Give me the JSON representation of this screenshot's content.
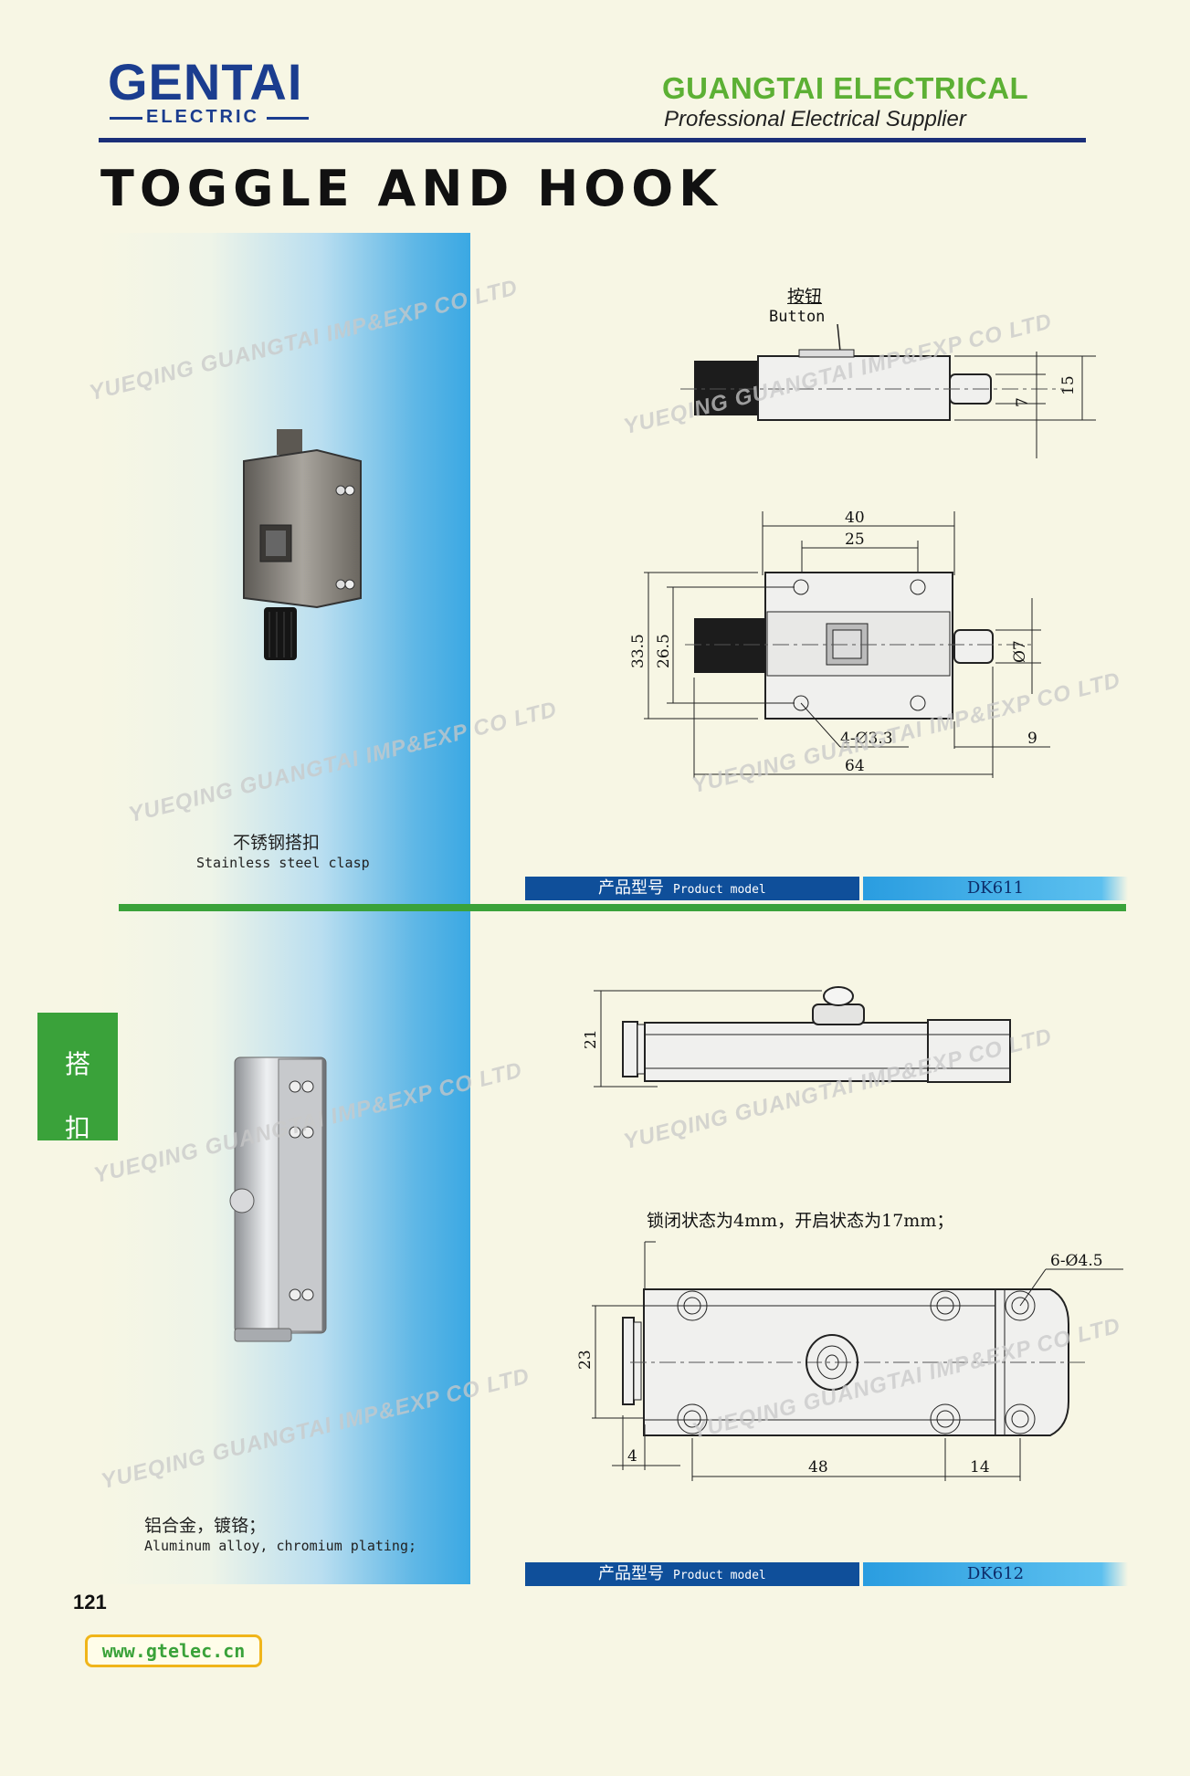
{
  "header": {
    "logo_main": "GENTAI",
    "logo_sub": "ELECTRIC",
    "brand_title": "GUANGTAI ELECTRICAL",
    "brand_subtitle": "Professional Electrical Supplier",
    "colors": {
      "navy": "#1b3d8f",
      "green": "#5cb034"
    }
  },
  "page_title": "TOGGLE AND HOOK",
  "side_tab": {
    "chars": [
      "搭",
      "扣"
    ],
    "color": "#3aa23a"
  },
  "watermark": "YUEQING GUANGTAI IMP&EXP CO LTD",
  "products": [
    {
      "caption_cn": "不锈钢搭扣",
      "caption_en": "Stainless steel clasp",
      "model_label_cn": "产品型号",
      "model_label_en": "Product model",
      "model": "DK611",
      "drawing": {
        "button_cn": "按钮",
        "button_en": "Button",
        "dims": [
          "15",
          "7",
          "40",
          "25",
          "33.5",
          "26.5",
          "Ø7",
          "4-Ø3.3",
          "9",
          "64"
        ]
      }
    },
    {
      "caption_cn": "铝合金，镀铬；",
      "caption_en": "Aluminum alloy, chromium plating;",
      "model_label_cn": "产品型号",
      "model_label_en": "Product model",
      "model": "DK612",
      "drawing": {
        "note": "锁闭状态为4mm，开启状态为17mm；",
        "dims": [
          "21",
          "6-Ø4.5",
          "23",
          "4",
          "48",
          "14"
        ]
      }
    }
  ],
  "footer": {
    "page_number": "121",
    "url": "www.gtelec.cn"
  }
}
